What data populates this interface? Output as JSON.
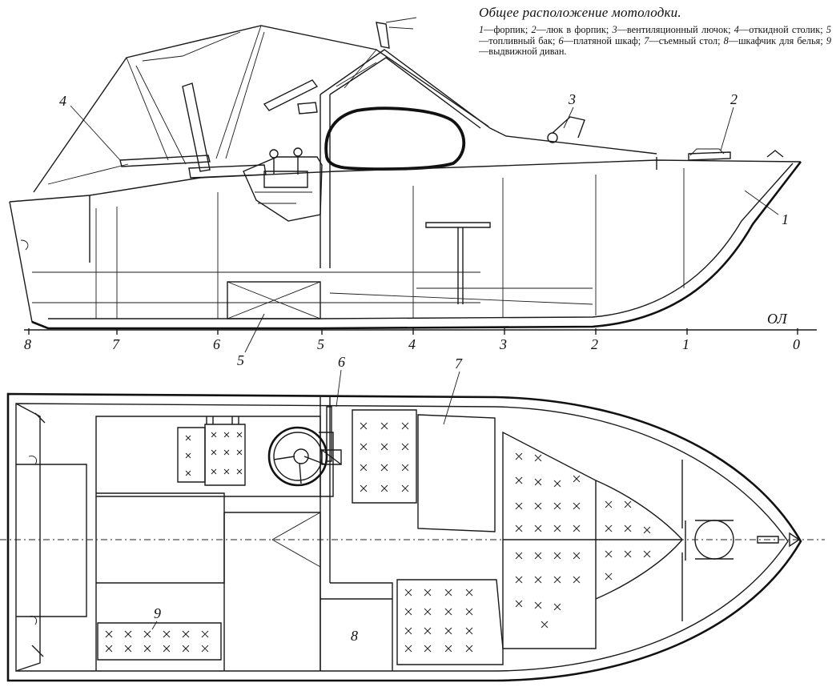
{
  "caption": {
    "title": "Общее расположение мотолодки.",
    "legend": [
      {
        "num": "1",
        "text": "форпик"
      },
      {
        "num": "2",
        "text": "люк в форпик"
      },
      {
        "num": "3",
        "text": "вентиляционный лючок"
      },
      {
        "num": "4",
        "text": "откидной столик"
      },
      {
        "num": "5",
        "text": "топливный бак"
      },
      {
        "num": "6",
        "text": "платяной шкаф"
      },
      {
        "num": "7",
        "text": "съемный стол"
      },
      {
        "num": "8",
        "text": "шкафчик для белья"
      },
      {
        "num": "9",
        "text": "выдвижной диван"
      }
    ]
  },
  "side_view": {
    "waterline_label": "ОЛ",
    "stations": [
      "8",
      "7",
      "6",
      "5",
      "4",
      "3",
      "2",
      "1",
      "0"
    ],
    "callouts": [
      "1",
      "2",
      "3",
      "4",
      "5"
    ]
  },
  "plan_view": {
    "callouts": [
      "6",
      "7",
      "8",
      "9"
    ]
  }
}
